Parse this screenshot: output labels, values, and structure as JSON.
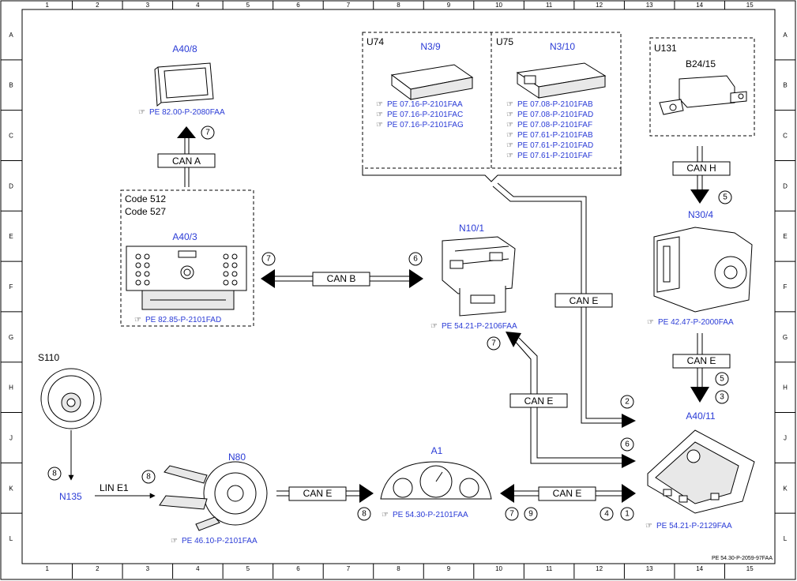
{
  "grid": {
    "columns": [
      "1",
      "2",
      "3",
      "4",
      "5",
      "6",
      "7",
      "8",
      "9",
      "10",
      "11",
      "12",
      "13",
      "14",
      "15"
    ],
    "rows": [
      "A",
      "B",
      "C",
      "D",
      "E",
      "F",
      "G",
      "H",
      "J",
      "K",
      "L"
    ]
  },
  "footer_code": "PE 54.30-P-2059-97FAA",
  "components": {
    "a40_8": {
      "label": "A40/8",
      "ref": "PE 82.00-P-2080FAA"
    },
    "a40_3": {
      "label": "A40/3",
      "ref": "PE 82.85-P-2101FAD",
      "codes": [
        "Code 512",
        "Code 527"
      ]
    },
    "n10_1": {
      "label": "N10/1",
      "ref": "PE 54.21-P-2106FAA"
    },
    "u74": {
      "group": "U74",
      "label": "N3/9",
      "refs": [
        "PE 07.16-P-2101FAA",
        "PE 07.16-P-2101FAC",
        "PE 07.16-P-2101FAG"
      ]
    },
    "u75": {
      "group": "U75",
      "label": "N3/10",
      "refs": [
        "PE 07.08-P-2101FAB",
        "PE 07.08-P-2101FAD",
        "PE 07.08-P-2101FAF",
        "PE 07.61-P-2101FAB",
        "PE 07.61-P-2101FAD",
        "PE 07.61-P-2101FAF"
      ]
    },
    "u131": {
      "group": "U131",
      "label": "B24/15"
    },
    "n30_4": {
      "label": "N30/4",
      "ref": "PE 42.47-P-2000FAA"
    },
    "a40_11": {
      "label": "A40/11",
      "ref": "PE 54.21-P-2129FAA"
    },
    "s110": {
      "label": "S110"
    },
    "n135": {
      "label": "N135"
    },
    "n80": {
      "label": "N80",
      "ref": "PE 46.10-P-2101FAA"
    },
    "a1": {
      "label": "A1",
      "ref": "PE 54.30-P-2101FAA"
    }
  },
  "buses": {
    "can_a": "CAN A",
    "can_b": "CAN B",
    "can_h": "CAN H",
    "can_e_top": "CAN E",
    "can_e_right": "CAN E",
    "can_e_mid": "CAN E",
    "can_e_n80": "CAN E",
    "can_e_a1": "CAN E",
    "lin_e1": "LIN E1"
  },
  "markers": {
    "m7_a40_8": "7",
    "m7_a40_3": "7",
    "m6_n10_1": "6",
    "m7_n10_1": "7",
    "m5_n30_4": "5",
    "m5_a40_11": "5",
    "m3_a40_11": "3",
    "m2_a40_11": "2",
    "m6_a40_11": "6",
    "m4_a40_11": "4",
    "m1_a40_11": "1",
    "m7_a1": "7",
    "m9_a1": "9",
    "m8_a1": "8",
    "m8_n135": "8",
    "m8_lin": "8"
  }
}
